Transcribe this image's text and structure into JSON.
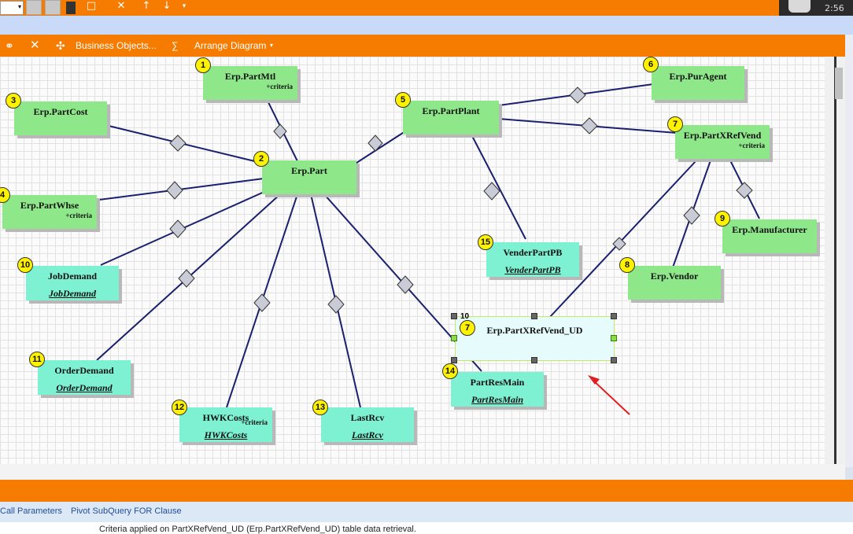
{
  "toolbar_top": {
    "combo_arrow": "▾",
    "time": "2:56"
  },
  "toolbar_diagram": {
    "business_objects_label": "Business Objects...",
    "sigma_label": "∑",
    "arrange_label": "Arrange Diagram"
  },
  "nodes": [
    {
      "id": "n1",
      "badge": "1",
      "title": "Erp.PartMtl",
      "criteria": "+criteria",
      "subtitle": "",
      "color": "green"
    },
    {
      "id": "n2",
      "badge": "2",
      "title": "Erp.Part",
      "criteria": "",
      "subtitle": "",
      "color": "green"
    },
    {
      "id": "n3",
      "badge": "3",
      "title": "Erp.PartCost",
      "criteria": "",
      "subtitle": "",
      "color": "green"
    },
    {
      "id": "n4",
      "badge": "4",
      "title": "Erp.PartWhse",
      "criteria": "+criteria",
      "subtitle": "",
      "color": "green"
    },
    {
      "id": "n5",
      "badge": "5",
      "title": "Erp.PartPlant",
      "criteria": "",
      "subtitle": "",
      "color": "green"
    },
    {
      "id": "n6",
      "badge": "6",
      "title": "Erp.PurAgent",
      "criteria": "",
      "subtitle": "",
      "color": "green"
    },
    {
      "id": "n7",
      "badge": "7",
      "title": "Erp.PartXRefVend",
      "criteria": "+criteria",
      "subtitle": "",
      "color": "green"
    },
    {
      "id": "n8",
      "badge": "8",
      "title": "Erp.Vendor",
      "criteria": "",
      "subtitle": "",
      "color": "green"
    },
    {
      "id": "n9",
      "badge": "9",
      "title": "Erp.Manufacturer",
      "criteria": "",
      "subtitle": "",
      "color": "green"
    },
    {
      "id": "n10",
      "badge": "10",
      "title": "JobDemand",
      "criteria": "",
      "subtitle": "JobDemand",
      "color": "teal"
    },
    {
      "id": "n11",
      "badge": "11",
      "title": "OrderDemand",
      "criteria": "",
      "subtitle": "OrderDemand",
      "color": "teal"
    },
    {
      "id": "n12",
      "badge": "12",
      "title": "HWKCosts",
      "criteria": "+criteria",
      "subtitle": "HWKCosts",
      "color": "teal"
    },
    {
      "id": "n13",
      "badge": "13",
      "title": "LastRcv",
      "criteria": "",
      "subtitle": "LastRcv",
      "color": "teal"
    },
    {
      "id": "n14",
      "badge": "14",
      "title": "PartResMain",
      "criteria": "",
      "subtitle": "PartResMain",
      "color": "teal"
    },
    {
      "id": "n15",
      "badge": "15",
      "title": "VenderPartPB",
      "criteria": "",
      "subtitle": "VenderPartPB",
      "color": "teal"
    },
    {
      "id": "n16",
      "badge": "7",
      "badge2": "10",
      "title": "Erp.PartXRefVend_UD",
      "criteria": "",
      "subtitle": "",
      "color": "selected"
    }
  ],
  "bottom_tabs": {
    "call_parameters": "Call Parameters",
    "pivot_subquery": "Pivot SubQuery FOR Clause"
  },
  "status_text": "Criteria applied on PartXRefVend_UD (Erp.PartXRefVend_UD) table data retrieval.",
  "colors": {
    "accent_orange": "#f57c00",
    "table_green": "#8ee88a",
    "subquery_teal": "#7ef1d3",
    "badge_yellow": "#fff200",
    "link_line": "#1a1f6e",
    "arrow_red": "#e02020"
  }
}
